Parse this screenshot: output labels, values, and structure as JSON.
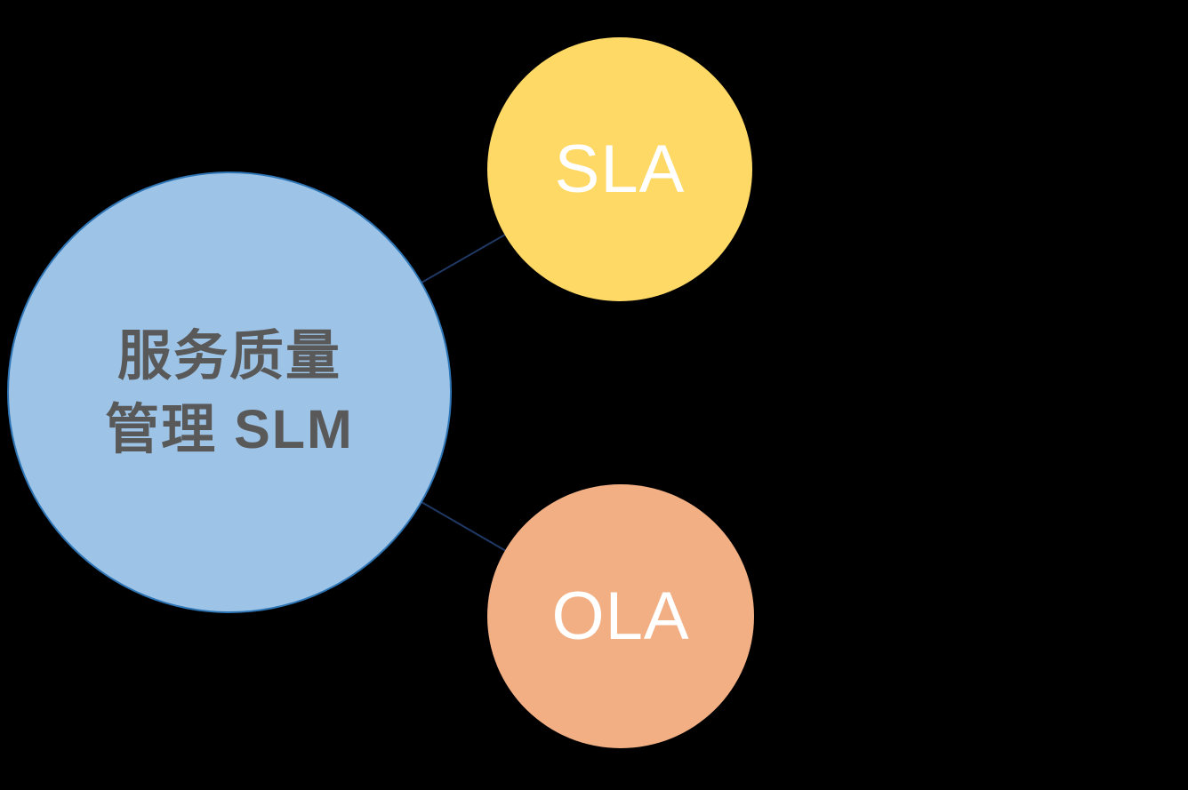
{
  "diagram": {
    "background_color": "#000000",
    "nodes": {
      "slm": {
        "label_line1": "服务质量",
        "label_line2": "管理 SLM",
        "fill": "#9DC3E6",
        "border": "#2E75B6",
        "text_color": "#595959"
      },
      "sla": {
        "label": "SLA",
        "fill": "#FFD966",
        "text_color": "#FFFFFF"
      },
      "ola": {
        "label": "OLA",
        "fill": "#F2AF84",
        "text_color": "#FFFFFF"
      }
    },
    "connectors": {
      "color": "#1F3864"
    }
  }
}
